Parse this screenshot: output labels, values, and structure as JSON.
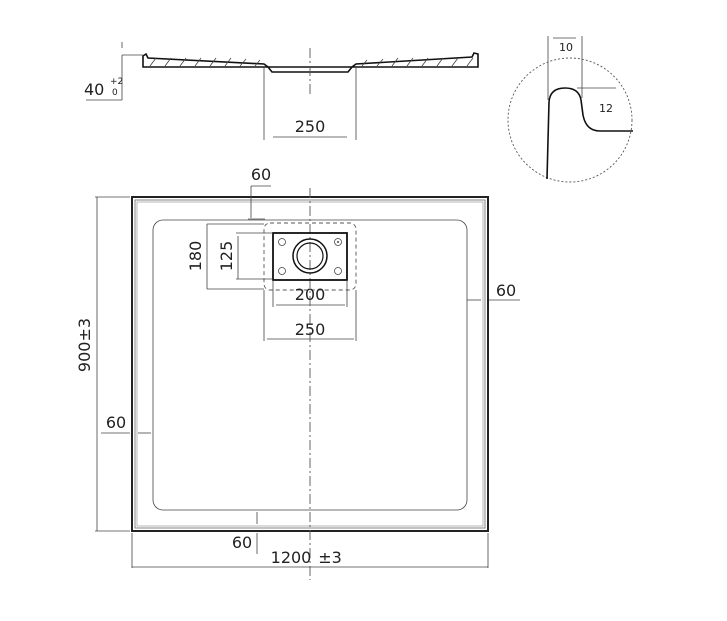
{
  "section_view": {
    "height_label": "40",
    "height_tol_upper": "+2",
    "height_tol_lower": "0",
    "drain_width_label": "250"
  },
  "detail_view": {
    "width_label": "10",
    "height_label": "12"
  },
  "plan_view": {
    "top_rim_label": "60",
    "right_rim_label": "60",
    "left_rim_label": "60",
    "bottom_rim_label": "60",
    "height_label": "900±3",
    "width_label": "1200",
    "width_tol": "±3",
    "drain_outer_height_label": "180",
    "drain_inner_height_label": "125",
    "drain_inner_width_label": "200",
    "drain_outer_width_label": "250"
  }
}
